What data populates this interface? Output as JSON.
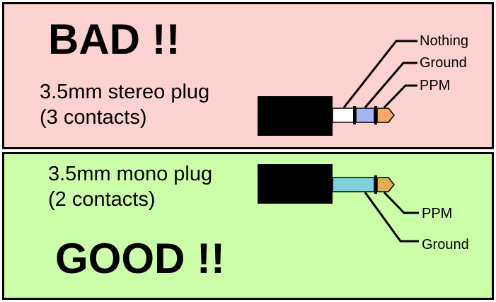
{
  "bad": {
    "headline": "BAD !!",
    "plug_line1": "3.5mm stereo plug",
    "plug_line2": "(3 contacts)",
    "labels": {
      "nothing": "Nothing",
      "ground": "Ground",
      "ppm": "PPM"
    }
  },
  "good": {
    "headline": "GOOD !!",
    "plug_line1": "3.5mm mono plug",
    "plug_line2": "(2 contacts)",
    "labels": {
      "ppm": "PPM",
      "ground": "Ground"
    }
  },
  "colors": {
    "bad_background": "#ffd2d2",
    "good_background": "#ccffaa",
    "sleeve_white": "#ffffff",
    "ring_blue": "#a8b4f0",
    "tip_orange": "#f9a76a",
    "shaft_teal": "#7fd0d8",
    "tip_gold": "#e0b050"
  }
}
